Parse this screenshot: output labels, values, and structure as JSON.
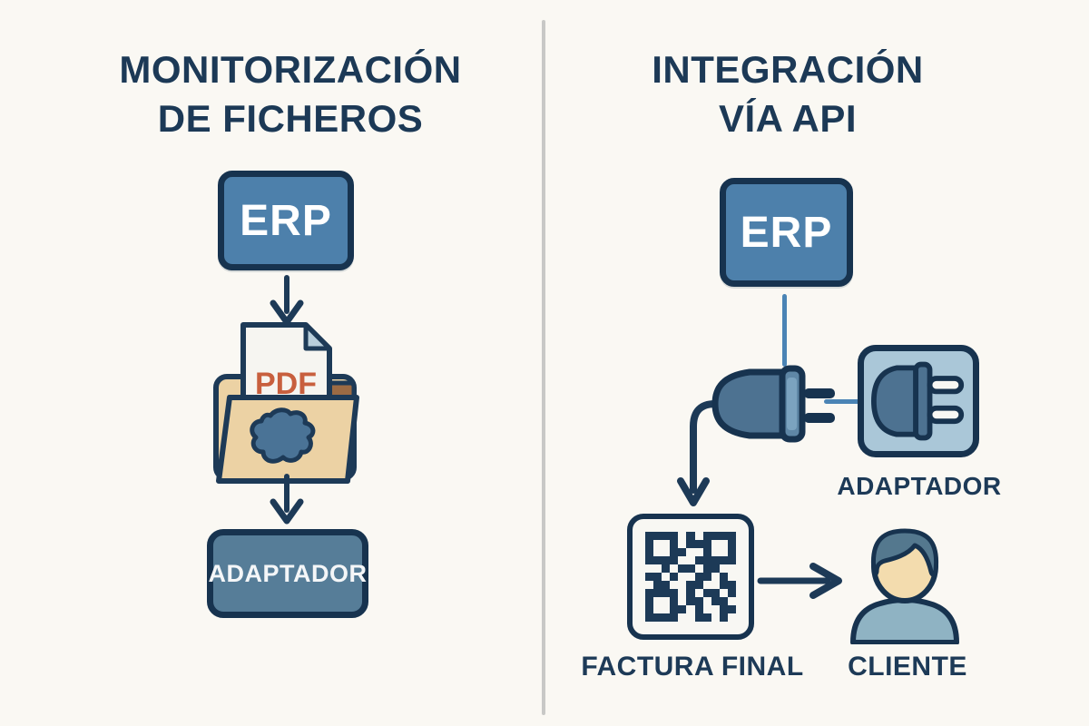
{
  "palette": {
    "background": "#faf8f3",
    "outline_navy": "#17334f",
    "text_navy": "#1c3956",
    "erp_blue": "#4d80ab",
    "adaptador_slate": "#567d98",
    "socket_light_blue": "#aac7d8",
    "plug_slate": "#4d7291",
    "connector_blue": "#4a84b5",
    "folder_tan": "#ecd2a4",
    "folder_tab_brown": "#9c6b44",
    "pdf_orange": "#c85f3e",
    "doc_fold_blue": "#b8cedb",
    "face_tan": "#f3dcae",
    "hair_slate": "#54788e",
    "body_light_blue": "#8fb3c3",
    "divider_gray": "#c8c8c6"
  },
  "left": {
    "title_line1": "MONITORIZACIÓN",
    "title_line2": "DE FICHEROS",
    "erp": "ERP",
    "pdf": "PDF",
    "adaptador": "ADAPTADOR"
  },
  "right": {
    "title_line1": "INTEGRACIÓN",
    "title_line2": "VÍA API",
    "erp": "ERP",
    "adaptador": "ADAPTADOR",
    "factura": "FACTURA FINAL",
    "cliente": "CLIENTE"
  },
  "qr": {
    "matrix": [
      "11110101111",
      "10010111001",
      "10011001001",
      "11110011111",
      "00101101100",
      "11010011010",
      "01100110011",
      "11110101101",
      "10010110110",
      "10011010011",
      "11110011010"
    ]
  }
}
